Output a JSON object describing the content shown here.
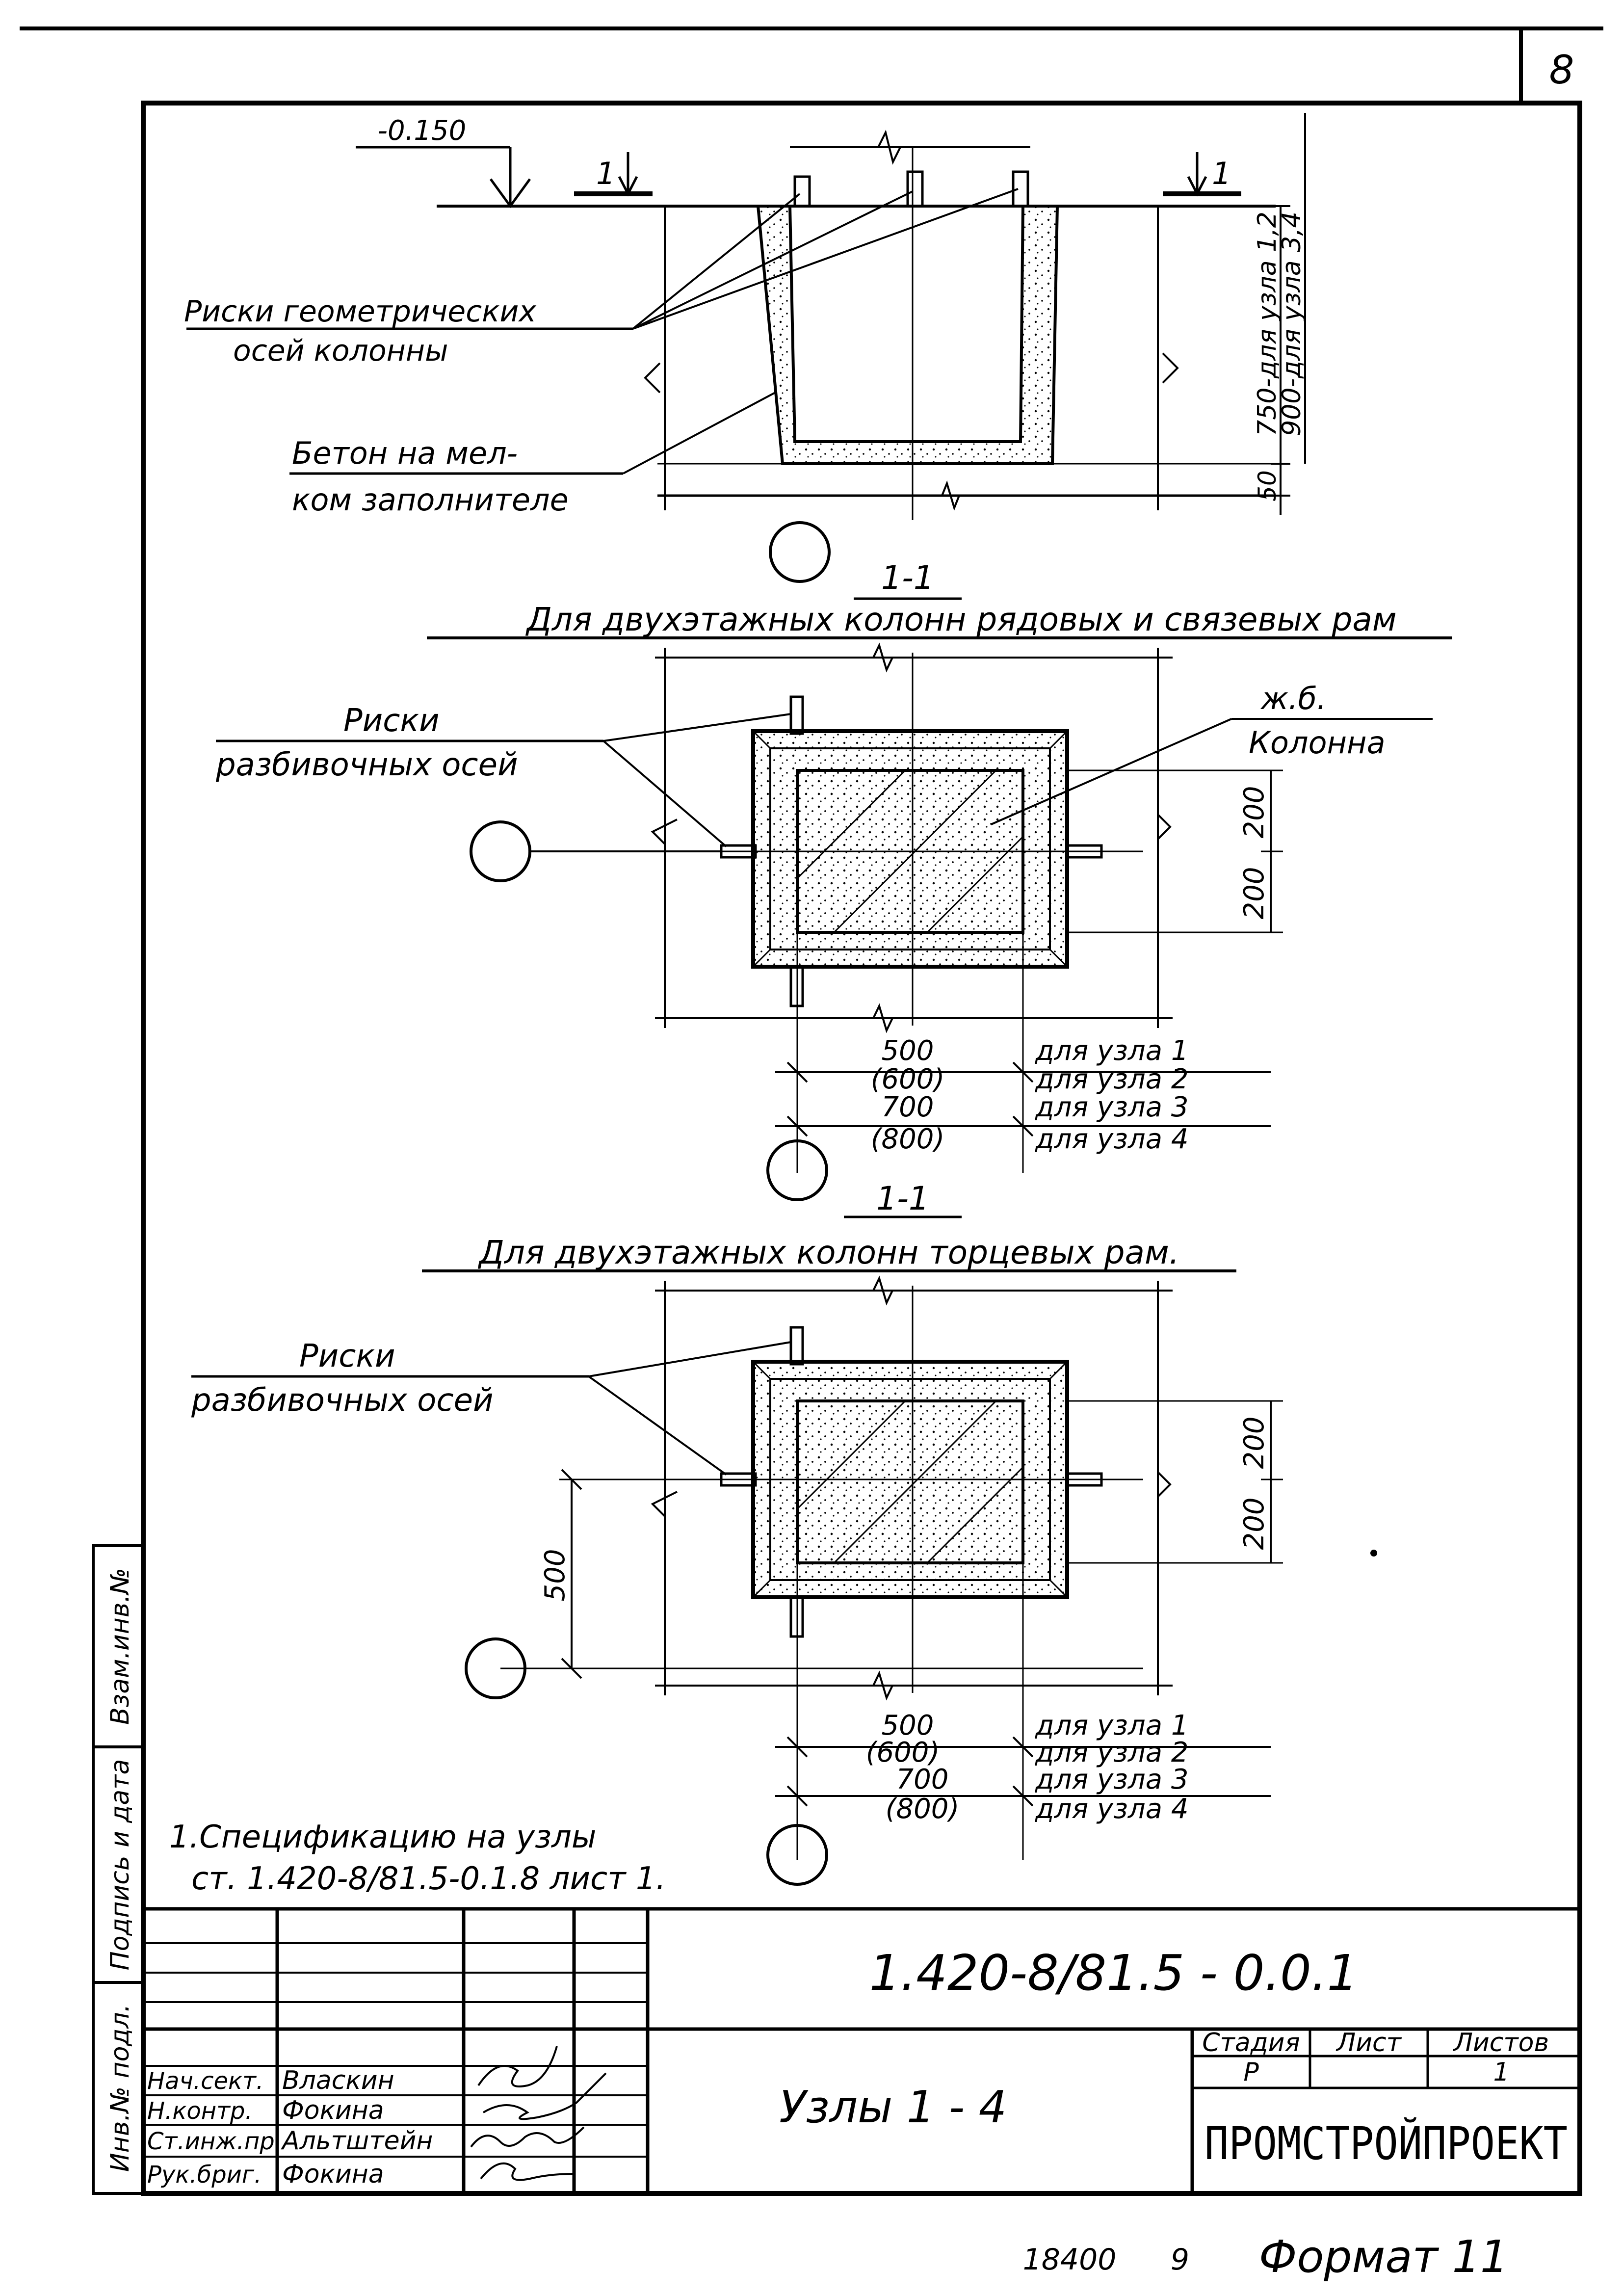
{
  "sheet_number": "8",
  "elevation_label": "-0.150",
  "section_marks": {
    "left": "1",
    "right": "1"
  },
  "top_detail": {
    "leader_axes_line1": "Риски геометрических",
    "leader_axes_line2": "осей колонны",
    "leader_concrete_line1": "Бетон на мел-",
    "leader_concrete_line2": "ком заполнителе",
    "dim_depth_a": "750-для узла 1,2",
    "dim_depth_b": "900-для узла 3,4",
    "dim_base": "50"
  },
  "section1": {
    "mark": "1-1",
    "title": "Для двухэтажных колонн рядовых и связевых рам",
    "leader_risks_line1": "Риски",
    "leader_risks_line2": "разбивочных осей",
    "leader_column_line1": "ж.б.",
    "leader_column_line2": "Колонна",
    "dim_right_upper": "200",
    "dim_right_lower": "200",
    "dims_bottom": [
      {
        "value": "500",
        "note": "для узла 1"
      },
      {
        "value": "(600)",
        "note": "для узла 2"
      },
      {
        "value": "700",
        "note": "для узла 3"
      },
      {
        "value": "(800)",
        "note": "для узла 4"
      }
    ]
  },
  "section2": {
    "mark": "1-1",
    "title": "Для двухэтажных колонн торцевых рам.",
    "leader_risks_line1": "Риски",
    "leader_risks_line2": "разбивочных осей",
    "dim_left": "500",
    "dim_right_upper": "200",
    "dim_right_lower": "200",
    "dims_bottom": [
      {
        "value": "500",
        "note": "для узла 1"
      },
      {
        "value": "(600)",
        "note": "для узла 2"
      },
      {
        "value": "700",
        "note": "для узла 3"
      },
      {
        "value": "(800)",
        "note": "для узла 4"
      }
    ]
  },
  "note": {
    "line1": "1.Спецификацию на узлы",
    "line2": "ст. 1.420-8/81.5-0.1.8 лист 1."
  },
  "side_stamp": {
    "inv_podl": "Инв.№ подл.",
    "podpis_data": "Подпись и дата",
    "vzam_inv": "Взам.инв.№"
  },
  "title_block": {
    "document_code": "1.420-8/81.5 - 0.0.1",
    "drawing_title": "Узлы 1 - 4",
    "stage_header": "Стадия",
    "sheet_header": "Лист",
    "sheets_header": "Листов",
    "stage_value": "Р",
    "sheet_value": "",
    "sheets_value": "1",
    "organization": "ПРОМСТРОЙПРОЕКТ",
    "signatures": [
      {
        "role": "Нач.сект.",
        "name": "Власкин"
      },
      {
        "role": "Н.контр.",
        "name": "Фокина"
      },
      {
        "role": "Ст.инж.пр.",
        "name": "Альтштейн"
      },
      {
        "role": "Рук.бриг.",
        "name": "Фокина"
      }
    ]
  },
  "footer": {
    "order_number": "18400",
    "copy_number": "9",
    "format": "Формат 11"
  }
}
